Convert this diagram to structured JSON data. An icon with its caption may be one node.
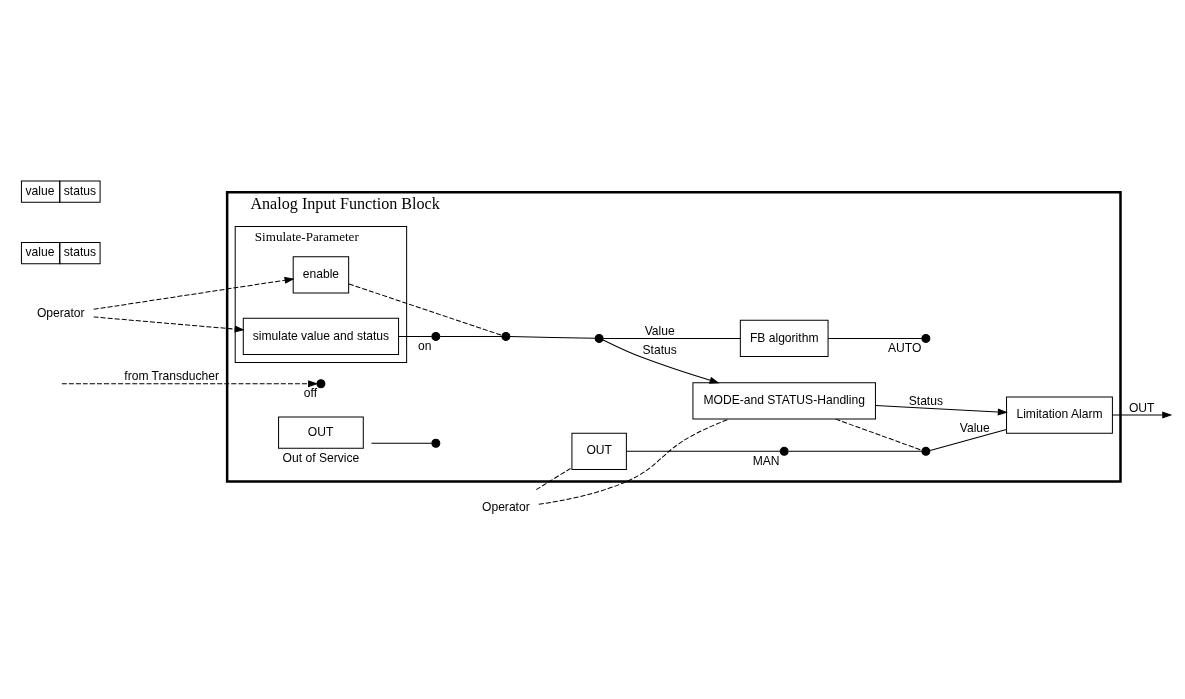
{
  "diagram": {
    "nodes": [
      {
        "text": [
          "Operator"
        ]
      },
      {
        "text": [
          "Operator"
        ]
      },
      {
        "text": [
          "Analog Input Function Block"
        ]
      },
      {
        "text": [
          "Simulate-Parameter"
        ],
        "in": 2
      },
      {
        "text": [
          "enable"
        ],
        "in": 3
      },
      {
        "text": [
          "simulate value and status"
        ],
        "in": 3
      },
      {
        "text": [],
        "shape": "circle",
        "in": 2,
        "beside": [
          "on"
        ]
      },
      {
        "text": [],
        "shape": "circle",
        "in": 2
      },
      {
        "text": [],
        "shape": "circle",
        "in": 2
      },
      {
        "text": [],
        "shape": "circle",
        "in": 2,
        "beside": [
          "off"
        ]
      },
      {
        "text": [
          "FB algorithm"
        ],
        "in": 2
      },
      {
        "text": [
          "MODE-and STATUS-Handling"
        ],
        "in": 2
      },
      {
        "text": [
          "OUT"
        ],
        "in": 2
      },
      {
        "text": [],
        "shape": "circle",
        "in": 2,
        "beside": [
          "MAN"
        ]
      },
      {
        "text": [],
        "shape": "circle",
        "in": 2,
        "beside": [
          "AUTO"
        ]
      },
      {
        "text": [
          "OUT"
        ],
        "in": 2,
        "beside": [
          "Out of Service"
        ]
      },
      {
        "text": [],
        "shape": "circle",
        "in": 2
      },
      {
        "text": [],
        "shape": "circle",
        "in": 2
      },
      {
        "text": [
          "Limitation Alarm"
        ],
        "in": 2
      },
      {
        "text": [
          "value",
          "status"
        ]
      },
      {
        "text": [
          "value",
          "status"
        ]
      }
    ],
    "edges": [
      {
        "from": 0,
        "to": 4,
        "arrow": "to",
        "style": "dashed"
      },
      {
        "from": 0,
        "to": 5,
        "arrow": "to",
        "style": "dashed"
      },
      {
        "from": 5,
        "to": 6,
        "arrow": "none"
      },
      {
        "from": 6,
        "to": 7,
        "arrow": "none"
      },
      {
        "from": 4,
        "to": 7,
        "arrow": "none",
        "style": "dashed"
      },
      {
        "from": 7,
        "to": 8,
        "arrow": "none"
      },
      {
        "from": 8,
        "to": 11,
        "arrow": "to",
        "label": "Status"
      },
      {
        "from": 8,
        "to": 10,
        "arrow": "none",
        "label": "Value"
      },
      {
        "from": null,
        "to": 9,
        "arrow": "to",
        "label": "from Transducher",
        "style": "dashed"
      },
      {
        "from": 1,
        "to": 12,
        "arrow": "none",
        "style": "dashed"
      },
      {
        "from": 1,
        "to": 11,
        "arrow": "none",
        "style": "dashed"
      },
      {
        "from": 12,
        "to": 13,
        "arrow": "none"
      },
      {
        "from": 10,
        "to": 14,
        "arrow": "none"
      },
      {
        "from": 15,
        "to": 16,
        "arrow": "none"
      },
      {
        "from": 13,
        "to": 17,
        "arrow": "none"
      },
      {
        "from": 11,
        "to": 17,
        "arrow": "none",
        "style": "dashed"
      },
      {
        "from": 17,
        "to": 18,
        "arrow": "none",
        "label": "Value"
      },
      {
        "from": 11,
        "to": 18,
        "arrow": "to",
        "label": "Status"
      },
      {
        "from": 18,
        "to": null,
        "arrow": "to",
        "label": "OUT"
      }
    ]
  }
}
